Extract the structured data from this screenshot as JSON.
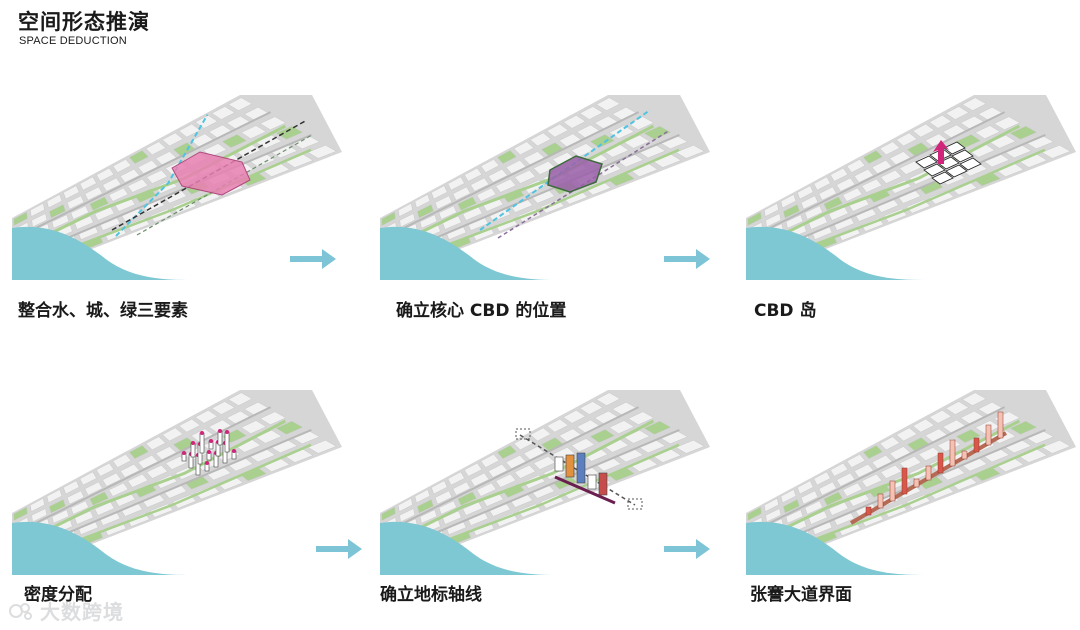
{
  "header": {
    "title": "空间形态推演",
    "subtitle": "SPACE DEDUCTION"
  },
  "steps": [
    {
      "caption": "整合水、城、绿三要素"
    },
    {
      "caption": "确立核心 CBD 的位置"
    },
    {
      "caption": "CBD 岛"
    },
    {
      "caption": "密度分配"
    },
    {
      "caption": "确立地标轴线"
    },
    {
      "caption": "张謇大道界面"
    }
  ],
  "watermark": {
    "text": "大数跨境"
  },
  "colors": {
    "water": "#7ec8d3",
    "land": "#d6d6d6",
    "block": "#f2f2f2",
    "green": "#a9d08e",
    "road": "#b8b8b8",
    "axis_blue": "#4fc3e0",
    "pink": "#e77fb1",
    "purple": "#9a5fa8",
    "magenta": "#d0257a",
    "arrow": "#7cc4d6",
    "tower_red": "#d9584a"
  }
}
